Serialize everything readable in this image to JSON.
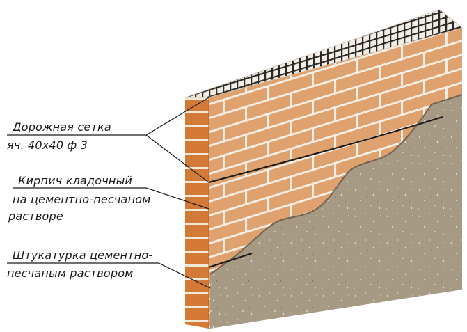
{
  "callouts": {
    "mesh": {
      "line1": "Дорожная сетка",
      "line2": "яч. 40х40 ф 3"
    },
    "brick": {
      "line1": "Кирпич кладочный",
      "line2": "на цементно-песчаном",
      "line3": "растворе"
    },
    "plaster": {
      "line1": "Штукатурка цементно-",
      "line2": "песчаным раствором"
    }
  },
  "colors": {
    "brick_face": "#dfa16e",
    "brick_edge": "#d0752f",
    "mortar": "#f4efe6",
    "plaster": "#a79a84",
    "mesh_line": "#2a2622",
    "leader_line": "#1a1a1a",
    "top_cap": "#efe8dd"
  }
}
